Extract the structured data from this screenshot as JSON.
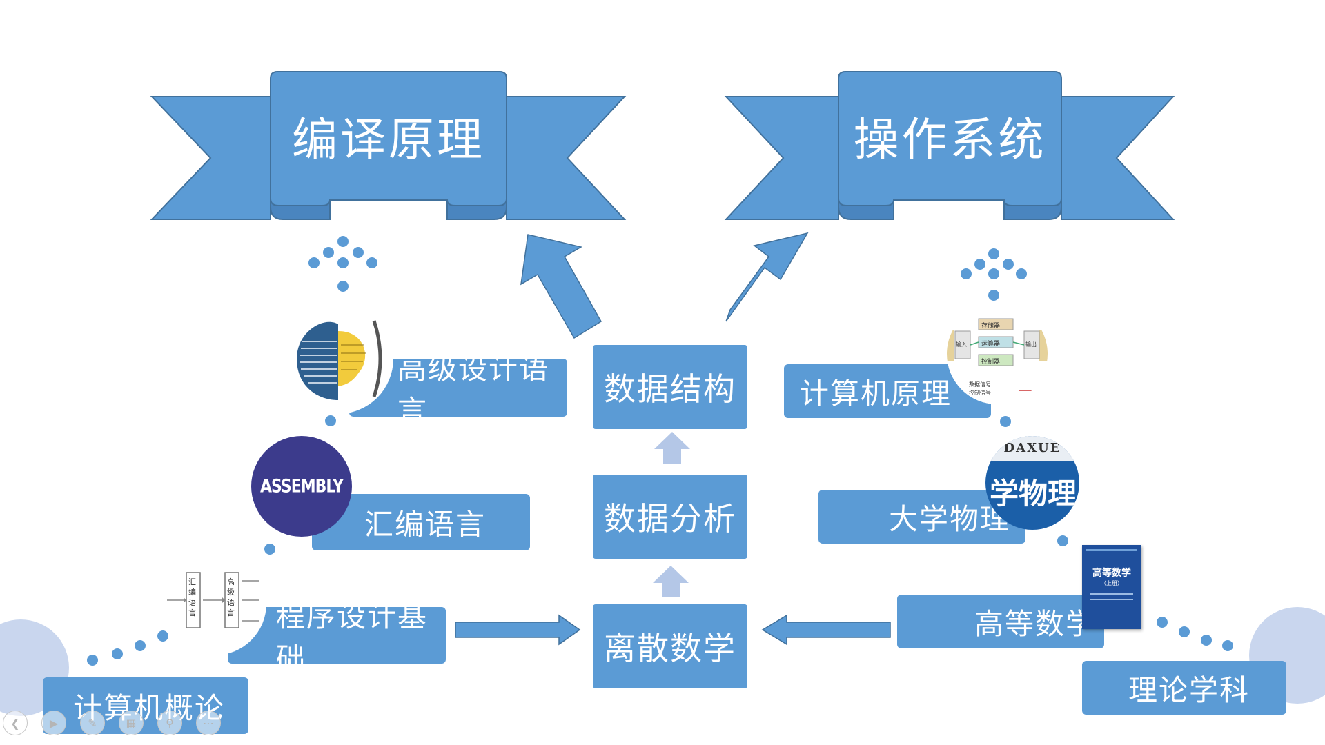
{
  "ribbons": {
    "left_title": "编译原理",
    "right_title": "操作系统"
  },
  "center_column": {
    "top": "数据结构",
    "middle": "数据分析",
    "bottom": "离散数学"
  },
  "left_path": {
    "level1": "计算机概论",
    "level2": "程序设计基础",
    "level3": "汇编语言",
    "level4": "高级设计语言"
  },
  "right_path": {
    "level1": "理论学科",
    "level2": "高等数学",
    "level3": "大学物理",
    "level4": "计算机原理"
  },
  "images": {
    "assembly_logo_text": "ASSEMBLY",
    "physics_book_header": "DAXUE",
    "physics_book_title": "学物理",
    "math_book_title": "高等数学",
    "math_book_subtitle": "（上册）",
    "flow_diagram": {
      "left_box": "汇编语言",
      "right_box": "高级语言"
    },
    "computer_diagram": {
      "storage": "存储器",
      "alu": "运算器",
      "control": "控制器",
      "input": "输入",
      "output": "输出",
      "data_signal": "数据信号",
      "control_signal": "控制信号"
    }
  },
  "toolbar": {
    "buttons": [
      "prev",
      "play",
      "pen",
      "grid",
      "zoom",
      "more"
    ]
  },
  "colors": {
    "primary": "#5b9bd5",
    "ribbon_dark": "#41719c",
    "light_arrow": "#b4c7e7",
    "deco_circle": "#c9d6ee"
  }
}
